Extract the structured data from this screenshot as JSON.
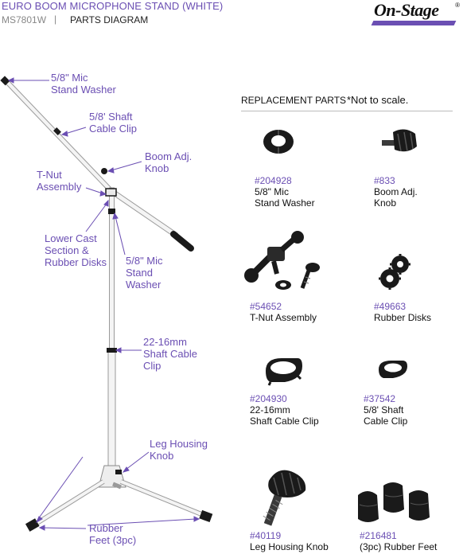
{
  "header": {
    "title": "EURO BOOM MICROPHONE STAND (WHITE)",
    "model": "MS7801W",
    "separator": "|",
    "subtitle": "PARTS DIAGRAM"
  },
  "logo": {
    "text": "On-Stage",
    "reg": "®",
    "accent_color": "#6b4fb3"
  },
  "colors": {
    "accent": "#6b4fb3",
    "stand_white": "#f2f2f2",
    "part_black": "#1a1a1a"
  },
  "callouts": {
    "washer_top": [
      "5/8\" Mic",
      "Stand Washer"
    ],
    "shaft_clip": [
      "5/8' Shaft",
      "Cable Clip"
    ],
    "boom_knob": [
      "Boom Adj.",
      "Knob"
    ],
    "tnut": [
      "T-Nut",
      "Assembly"
    ],
    "lower_cast": [
      "Lower Cast",
      "Section &",
      "Rubber Disks"
    ],
    "washer_mid": [
      "5/8\" Mic",
      "Stand",
      "Washer"
    ],
    "cable_clip_22": [
      "22-16mm",
      "Shaft Cable",
      "Clip"
    ],
    "leg_knob": [
      "Leg Housing",
      "Knob"
    ],
    "rubber_feet": [
      "Rubber",
      "Feet (3pc)"
    ]
  },
  "replacement": {
    "heading": "REPLACEMENT PARTS",
    "note": "*Not to scale.",
    "parts": [
      {
        "number": "#204928",
        "name_lines": [
          "5/8\" Mic",
          "Stand Washer"
        ],
        "icon": "washer-icon"
      },
      {
        "number": "#833",
        "name_lines": [
          "Boom Adj.",
          "Knob"
        ],
        "icon": "knob-icon"
      },
      {
        "number": "#54652",
        "name_lines": [
          "T-Nut Assembly"
        ],
        "icon": "tnut-icon"
      },
      {
        "number": "#49663",
        "name_lines": [
          "Rubber Disks"
        ],
        "icon": "rubber-disk-icon"
      },
      {
        "number": "#204930",
        "name_lines": [
          "22-16mm",
          "Shaft Cable Clip"
        ],
        "icon": "cable-clip-icon"
      },
      {
        "number": "#37542",
        "name_lines": [
          "5/8' Shaft",
          "Cable Clip"
        ],
        "icon": "small-clip-icon"
      },
      {
        "number": "#40119",
        "name_lines": [
          "Leg Housing Knob"
        ],
        "icon": "leg-knob-icon"
      },
      {
        "number": "#216481",
        "name_lines": [
          "(3pc) Rubber Feet"
        ],
        "icon": "rubber-feet-icon"
      }
    ]
  }
}
